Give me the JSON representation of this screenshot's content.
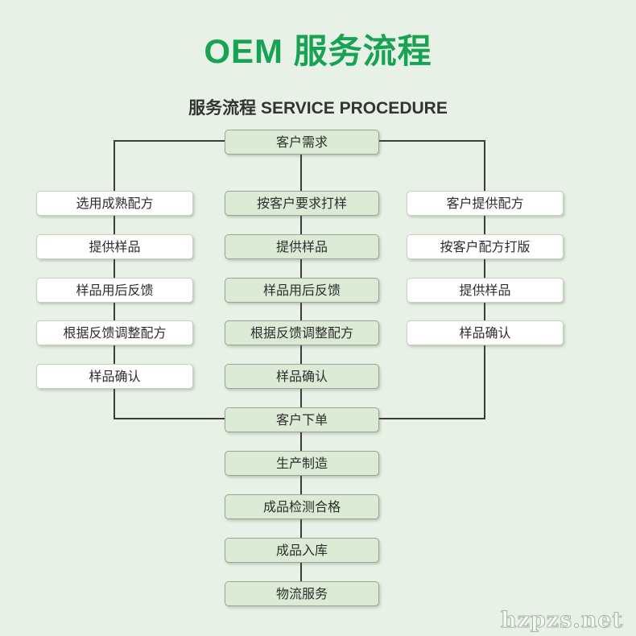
{
  "page": {
    "title": "OEM 服务流程",
    "subtitle": "服务流程 SERVICE PROCEDURE",
    "watermark": "hzpzs.net",
    "colors": {
      "title_green": "#17a254",
      "background": "#e8f1e5",
      "box_green_fill": "#dcebd5",
      "box_white_fill": "#ffffff",
      "connector_line": "#3c3c3c"
    }
  },
  "flowchart": {
    "start": "客户需求",
    "left_column": [
      "选用成熟配方",
      "提供样品",
      "样品用后反馈",
      "根据反馈调整配方",
      "样品确认"
    ],
    "middle_column": [
      "按客户要求打样",
      "提供样品",
      "样品用后反馈",
      "根据反馈调整配方",
      "样品确认"
    ],
    "right_column": [
      "客户提供配方",
      "按客户配方打版",
      "提供样品",
      "样品确认"
    ],
    "merge": "客户下单",
    "tail": [
      "生产制造",
      "成品检测合格",
      "成品入库",
      "物流服务"
    ]
  }
}
